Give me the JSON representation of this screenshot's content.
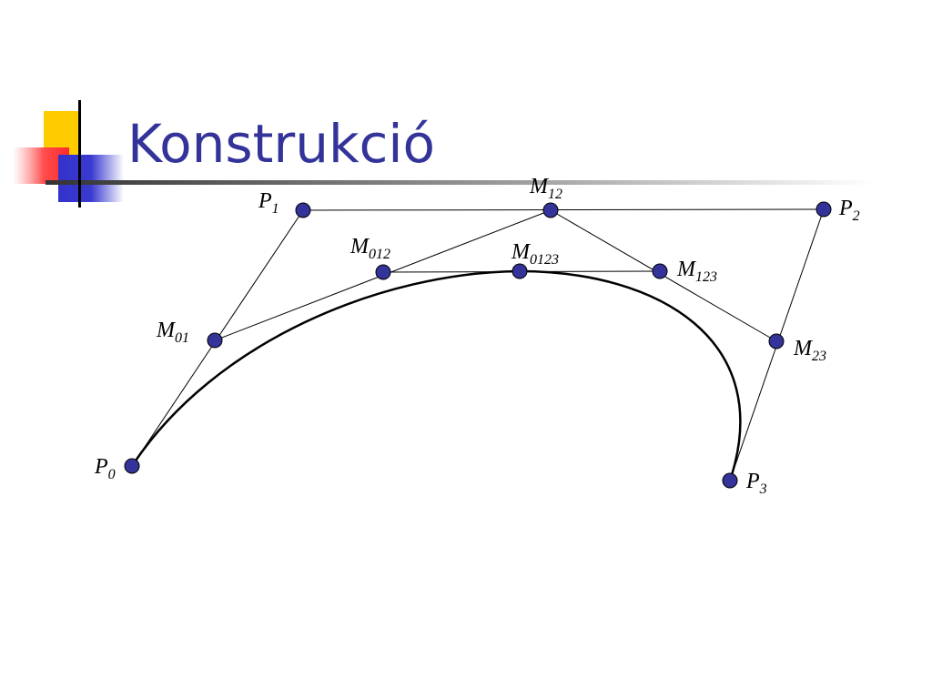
{
  "slide": {
    "title": "Konstrukció",
    "title_color": "#333399",
    "accent_colors": {
      "yellow": "#ffcc00",
      "red": "#ff3333",
      "blue": "#3333cc"
    }
  },
  "diagram": {
    "point_color": "#333399",
    "points": [
      {
        "id": "P0",
        "main": "P",
        "sub": "0"
      },
      {
        "id": "P1",
        "main": "P",
        "sub": "1"
      },
      {
        "id": "P2",
        "main": "P",
        "sub": "2"
      },
      {
        "id": "P3",
        "main": "P",
        "sub": "3"
      },
      {
        "id": "M01",
        "main": "M",
        "sub": "01"
      },
      {
        "id": "M12",
        "main": "M",
        "sub": "12"
      },
      {
        "id": "M23",
        "main": "M",
        "sub": "23"
      },
      {
        "id": "M012",
        "main": "M",
        "sub": "012"
      },
      {
        "id": "M123",
        "main": "M",
        "sub": "123"
      },
      {
        "id": "M0123",
        "main": "M",
        "sub": "0123"
      }
    ],
    "segments": [
      [
        "P0",
        "P1"
      ],
      [
        "P1",
        "P2"
      ],
      [
        "P2",
        "P3"
      ],
      [
        "M01",
        "M12"
      ],
      [
        "M12",
        "M23"
      ],
      [
        "M012",
        "M123"
      ]
    ]
  }
}
